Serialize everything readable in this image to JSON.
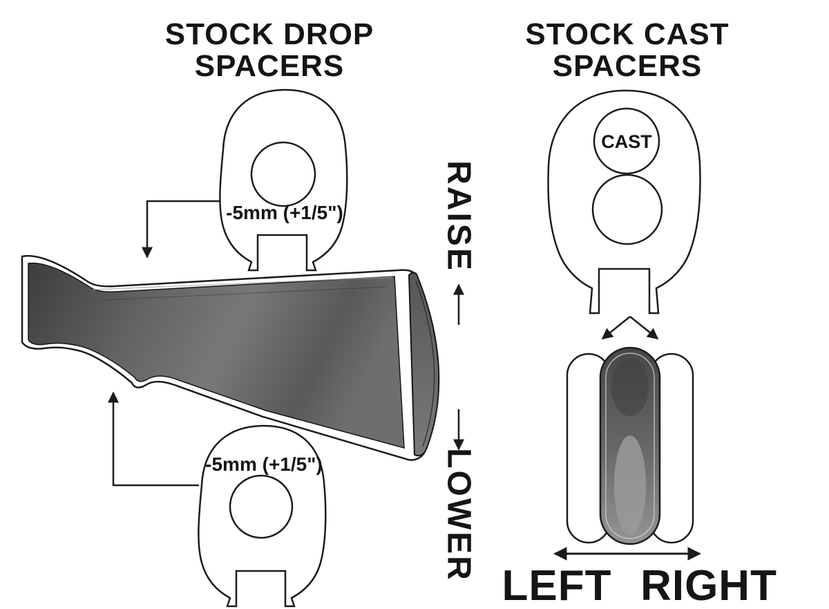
{
  "colors": {
    "ink": "#1c1c1c",
    "paper": "#ffffff",
    "stock_dark": "#3d3d3d",
    "stock_mid": "#6e6e6e",
    "stock_light": "#8c8c8c",
    "pad_dark": "#474747"
  },
  "left_panel": {
    "title_line1": "STOCK DROP",
    "title_line2": "SPACERS",
    "top_spacer_label": "-5mm (+1/5\")",
    "bottom_spacer_label": "-5mm (+1/5\")"
  },
  "center": {
    "raise_label": "RAISE",
    "lower_label": "LOWER"
  },
  "right_panel": {
    "title_line1": "STOCK CAST",
    "title_line2": "SPACERS",
    "cast_label": "CAST",
    "left_label": "LEFT",
    "right_label": "RIGHT"
  }
}
